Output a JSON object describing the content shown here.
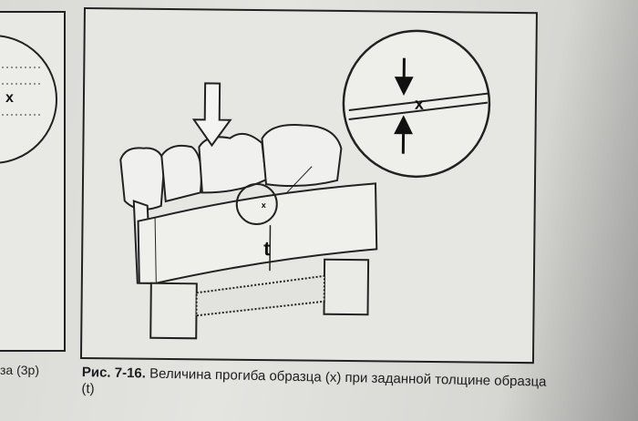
{
  "left_figure": {
    "label_x": "x",
    "caption_fragment": "за (3р)"
  },
  "figure": {
    "magnified_label": "x",
    "small_label": "x",
    "thickness_label": "t"
  },
  "caption": {
    "number": "Рис. 7-16.",
    "text": "Величина прогиба образца (x) при заданной толщине образца (t)"
  }
}
